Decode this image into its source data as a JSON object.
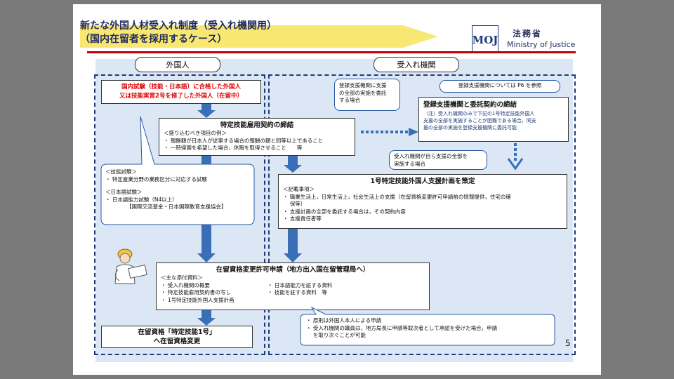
{
  "title": {
    "line1": "新たな外国人材受入れ制度（受入れ機関用）",
    "line2": "（国内在留者を採用するケース）"
  },
  "org": {
    "logo_text": "MOJ",
    "name_jp": "法務省",
    "name_en": "Ministry of Justice"
  },
  "lanes": {
    "foreign": "外国人",
    "receiving": "受入れ機関"
  },
  "top_red": {
    "line1": "国内試験（技能・日本語）に合格した外国人",
    "line2": "又は技能実習2号を修了した外国人（在留中）"
  },
  "callout_support": {
    "lines": [
      "登録支援機関に支援",
      "の全部の実施を委託",
      "する場合"
    ]
  },
  "callout_p6": "登録支援機関については P6 を参照",
  "registered_box": {
    "title": "登録支援機関と委託契約の締結",
    "lines": [
      "（注）受入れ機関のみで下記の1号特定技能外国人",
      "支援の全部を実施することが困難である場合，同支",
      "援の全部の実施を登録支援機関に委託可能"
    ]
  },
  "contract_box": {
    "title": "特定技能雇用契約の締結",
    "subtitle": "＜盛り込むべき項目の例＞",
    "items": [
      "・ 報酬額が日本人が従事する場合の報酬の額と同等以上であること",
      "・ 一時帰国を希望した場合，休暇を取得させること　　等"
    ]
  },
  "callout_self": {
    "lines": [
      "受入れ機関が自ら支援の全部を",
      "実施する場合"
    ]
  },
  "exam_callout": {
    "lines": [
      "＜技能試験＞",
      "・ 特定産業分野の業務区分に対応する試験",
      "",
      "＜日本語試験＞",
      "・ 日本語能力試験（N4以上）",
      "【国際交流基金・日本国際教育支援協会】"
    ]
  },
  "plan_box": {
    "title": "1号特定技能外国人支援計画を策定",
    "subtitle": "＜記載事項＞",
    "items": [
      "・ 職業生活上，日常生活上，社会生活上の支援（在留資格変更許可申請前の情報提供，住宅の確",
      "　 保等）",
      "・ 支援計画の全部を委託する場合は，その契約内容",
      "・ 支援責任者等"
    ]
  },
  "application_box": {
    "title": "在留資格変更許可申請（地方出入国在留管理局へ）",
    "subtitle": "＜主な添付資料＞",
    "left_items": [
      "・ 受入れ機関の概要",
      "・ 特定技能雇用契約書の写し",
      "・ 1号特定技能外国人支援計画"
    ],
    "right_items": [
      "・ 日本語能力を証する資料",
      "・ 技能を証する資料　等"
    ]
  },
  "final_box": {
    "line1": "在留資格「特定技能1号」",
    "line2": "へ在留資格変更"
  },
  "bottom_callout": {
    "lines": [
      "・ 原則は外国人本人による申請",
      "・ 受入れ機関の職員は，地方局長に申請等取次者として承認を受けた場合，申請",
      "　 を取り次ぐことが可能"
    ]
  },
  "page_number": "5",
  "colors": {
    "navy": "#1f3a7a",
    "arrow": "#3a6fb8",
    "red": "#e00000",
    "lane_bg": "#dbe7f4",
    "highlight": "#f7e45a"
  }
}
